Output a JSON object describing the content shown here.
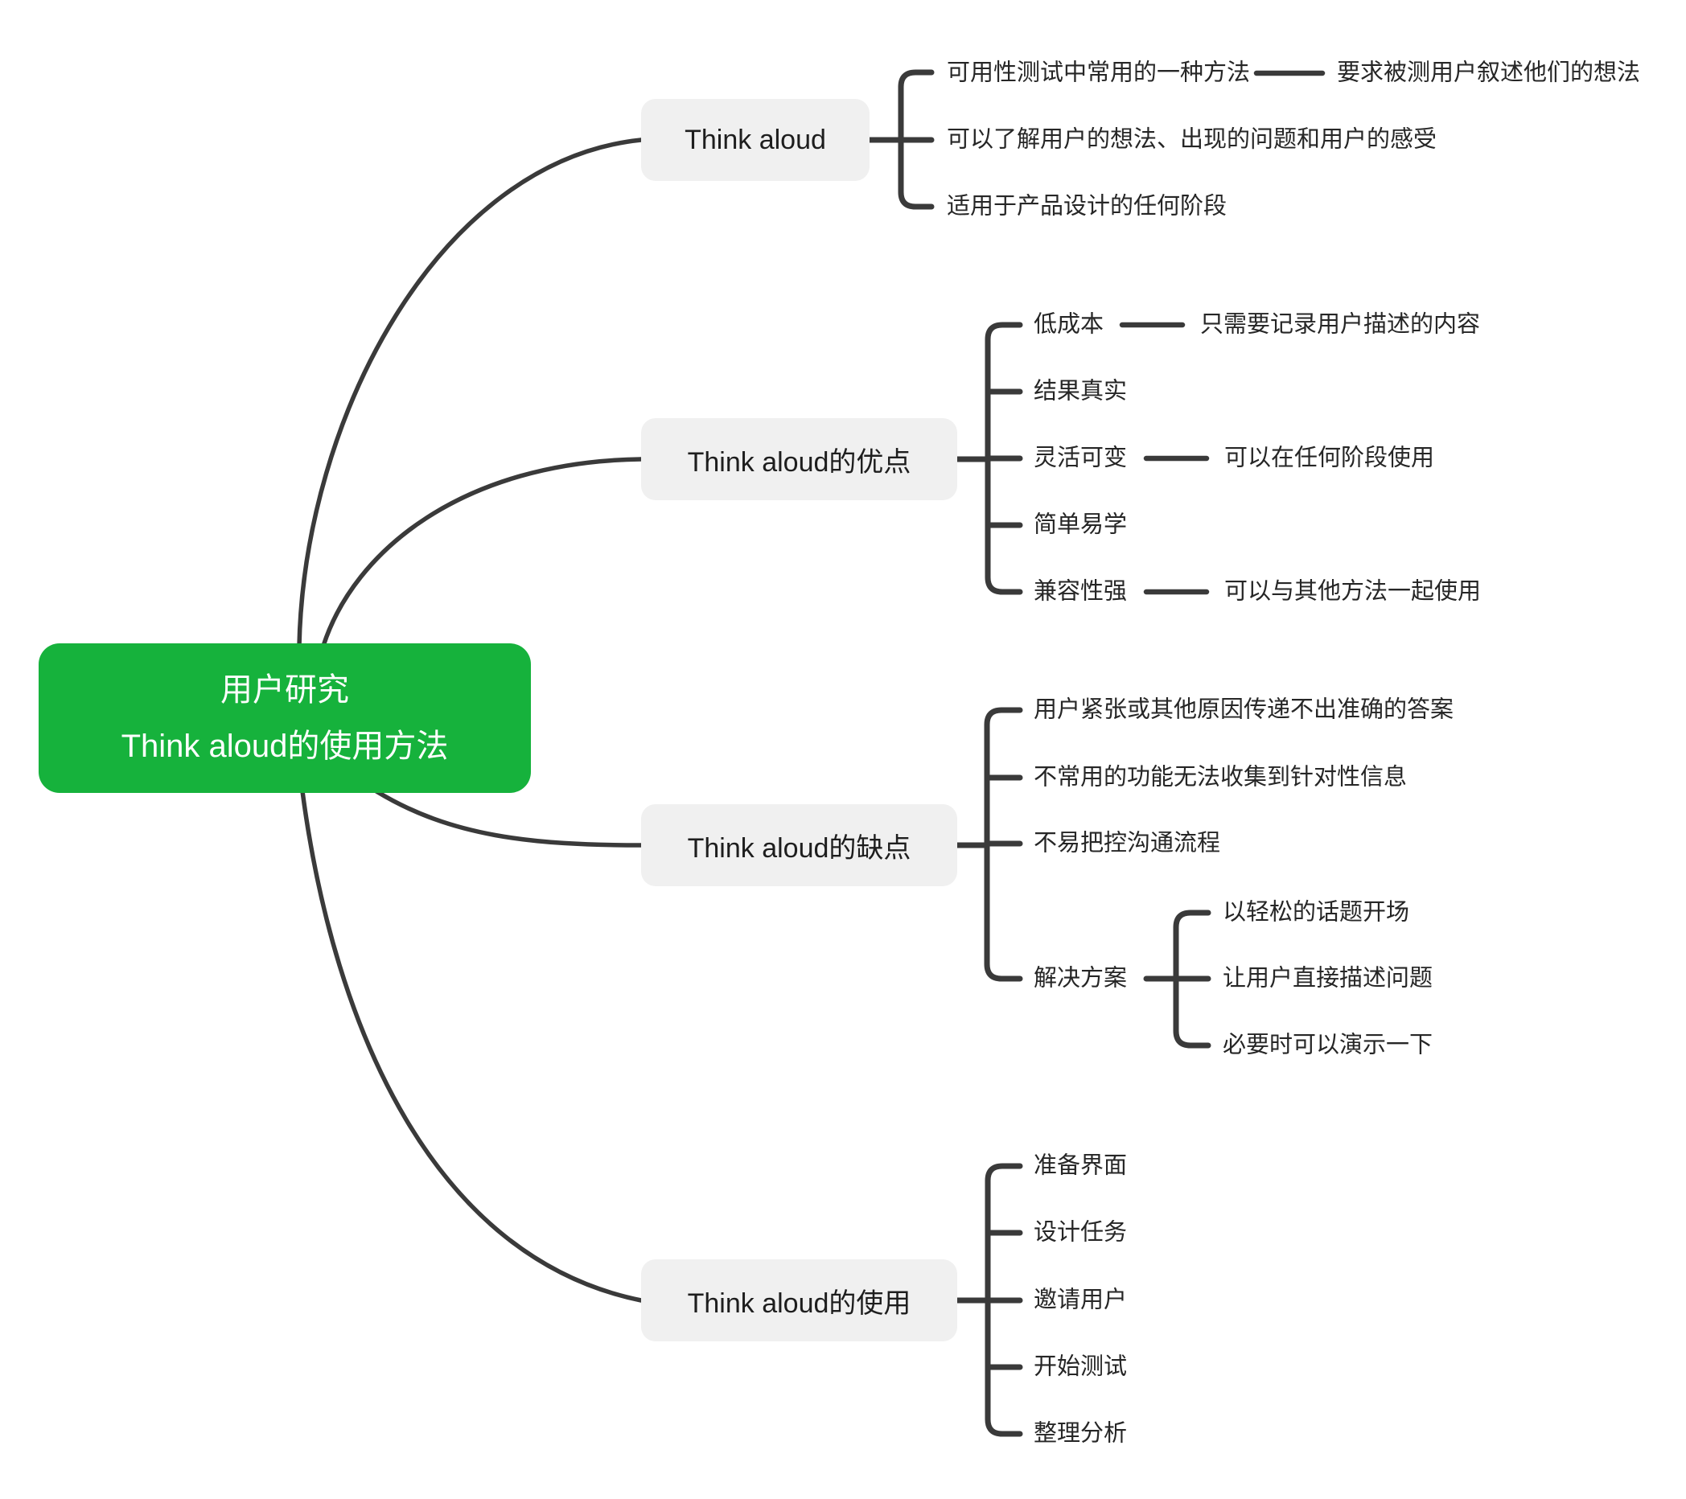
{
  "root": {
    "line1": "用户研究",
    "line2": "Think aloud的使用方法"
  },
  "branches": [
    {
      "label": "Think aloud",
      "children": [
        {
          "label": "可用性测试中常用的一种方法",
          "child": {
            "label": "要求被测用户叙述他们的想法"
          }
        },
        {
          "label": "可以了解用户的想法、出现的问题和用户的感受"
        },
        {
          "label": "适用于产品设计的任何阶段"
        }
      ]
    },
    {
      "label": "Think aloud的优点",
      "children": [
        {
          "label": "低成本",
          "child": {
            "label": "只需要记录用户描述的内容"
          }
        },
        {
          "label": "结果真实"
        },
        {
          "label": "灵活可变",
          "child": {
            "label": "可以在任何阶段使用"
          }
        },
        {
          "label": "简单易学"
        },
        {
          "label": "兼容性强",
          "child": {
            "label": "可以与其他方法一起使用"
          }
        }
      ]
    },
    {
      "label": "Think aloud的缺点",
      "children": [
        {
          "label": "用户紧张或其他原因传递不出准确的答案"
        },
        {
          "label": "不常用的功能无法收集到针对性信息"
        },
        {
          "label": "不易把控沟通流程"
        },
        {
          "label": "解决方案",
          "children": [
            {
              "label": "以轻松的话题开场"
            },
            {
              "label": "让用户直接描述问题"
            },
            {
              "label": "必要时可以演示一下"
            }
          ]
        }
      ]
    },
    {
      "label": "Think aloud的使用",
      "children": [
        {
          "label": "准备界面"
        },
        {
          "label": "设计任务"
        },
        {
          "label": "邀请用户"
        },
        {
          "label": "开始测试"
        },
        {
          "label": "整理分析"
        }
      ]
    }
  ],
  "colors": {
    "root_bg": "#16b23c",
    "root_text": "#ffffff",
    "branch_bg": "#f0f0f0",
    "branch_text": "#1e1e1e",
    "leaf_text": "#262626",
    "line": "#3a3a3a"
  }
}
